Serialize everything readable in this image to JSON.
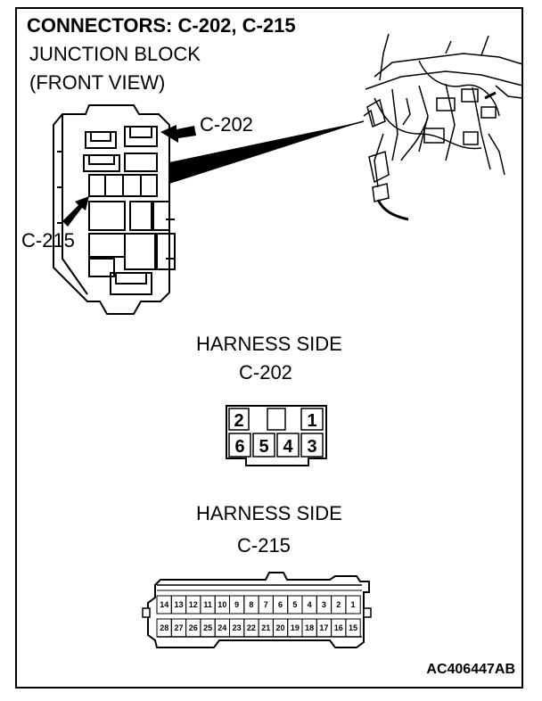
{
  "header": {
    "title": "CONNECTORS: C-202, C-215",
    "line1": "JUNCTION BLOCK",
    "line2": "(FRONT VIEW)"
  },
  "callouts": {
    "c202": "C-202",
    "c215": "C-215"
  },
  "connector_c202": {
    "side_label": "HARNESS SIDE",
    "name": "C-202",
    "top_pins": [
      "2",
      "",
      "1"
    ],
    "bottom_pins": [
      "6",
      "5",
      "4",
      "3"
    ]
  },
  "connector_c215": {
    "side_label": "HARNESS SIDE",
    "name": "C-215",
    "top_pins": [
      "14",
      "13",
      "12",
      "11",
      "10",
      "9",
      "8",
      "7",
      "6",
      "5",
      "4",
      "3",
      "2",
      "1"
    ],
    "bottom_pins": [
      "28",
      "27",
      "26",
      "25",
      "24",
      "23",
      "22",
      "21",
      "20",
      "19",
      "18",
      "17",
      "16",
      "15"
    ]
  },
  "figure_code": "AC406447AB"
}
